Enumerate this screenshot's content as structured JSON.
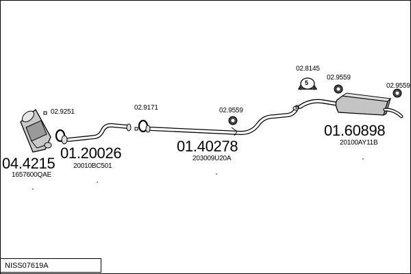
{
  "diagram": {
    "reference_code": "NISS07619A",
    "parts": [
      {
        "id": "catalyst",
        "number": "04.4215",
        "oem": "1657600QAE"
      },
      {
        "id": "front-pipe",
        "number": "01.20026",
        "oem": "20010BC501"
      },
      {
        "id": "middle-pipe",
        "number": "01.40278",
        "oem": "203009U20A"
      },
      {
        "id": "rear-silencer",
        "number": "01.60898",
        "oem": "20100AY11B"
      }
    ],
    "fittings": [
      {
        "id": "gasket-1",
        "number": "02.9251"
      },
      {
        "id": "gasket-2",
        "number": "02.9171"
      },
      {
        "id": "rubber-1",
        "number": "02.9559"
      },
      {
        "id": "hanger",
        "number": "02.8145",
        "badge": "5"
      },
      {
        "id": "rubber-2",
        "number": "02.9559"
      },
      {
        "id": "rubber-3",
        "number": "02.9559"
      }
    ]
  }
}
